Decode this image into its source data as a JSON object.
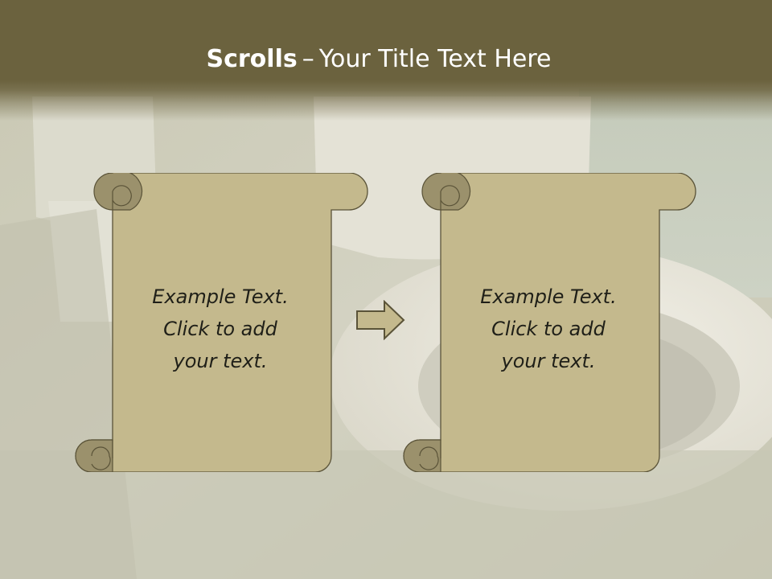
{
  "slide": {
    "title_bold": "Scrolls",
    "title_separator": "–",
    "title_rest": "Your Title Text Here"
  },
  "scrolls": [
    {
      "line1": "Example Text.",
      "line2": "Click  to add",
      "line3": "your text."
    },
    {
      "line1": "Example Text.",
      "line2": "Click  to add",
      "line3": "your text."
    }
  ],
  "colors": {
    "title_bar": "#6b623e",
    "scroll_fill": "#c4b98d",
    "scroll_curl": "#9b916c",
    "scroll_outline": "#5a5338",
    "arrow_fill": "#c4b98d"
  },
  "icons": {
    "arrow": "right-arrow-icon"
  }
}
